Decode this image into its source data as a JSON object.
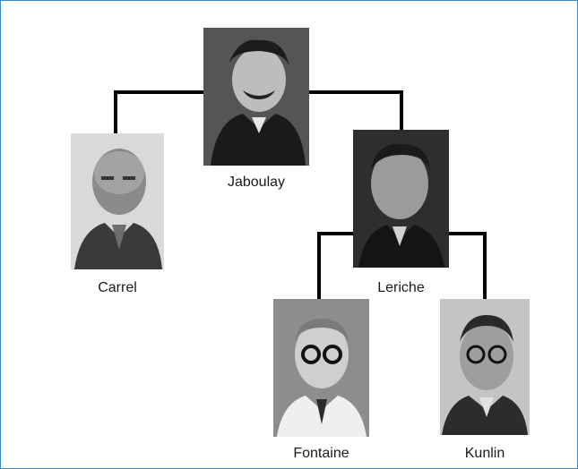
{
  "people": {
    "jaboulay": {
      "name": "Jaboulay"
    },
    "carrel": {
      "name": "Carrel"
    },
    "leriche": {
      "name": "Leriche"
    },
    "fontaine": {
      "name": "Fontaine"
    },
    "kunlin": {
      "name": "Kunlin"
    }
  },
  "colors": {
    "frame": "#3d87c9",
    "line": "#000000",
    "text": "#1a1a1a"
  }
}
